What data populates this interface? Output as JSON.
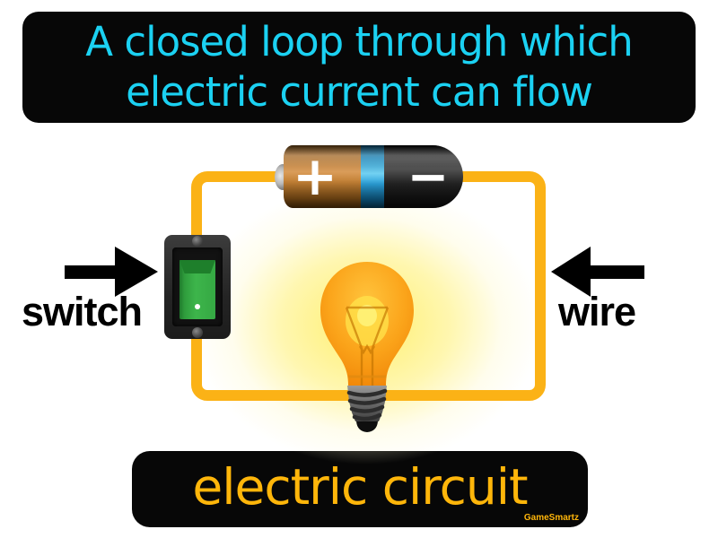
{
  "definition": {
    "line1": "A closed loop through which",
    "line2": "electric current can flow"
  },
  "term": "electric circuit",
  "watermark": "GameSmartz",
  "labels": {
    "switch": "switch",
    "wire": "wire"
  },
  "battery": {
    "plus": "+",
    "minus": "−"
  },
  "colors": {
    "banner_bg": "#070707",
    "definition_text": "#1bd1f2",
    "term_text": "#ffb60a",
    "wire": "#fbb216",
    "label_text": "#000000",
    "switch_green": "#3db54b",
    "battery_copper": "#c07e33",
    "battery_blue": "#2b9fd8",
    "battery_black": "#1c1c1c",
    "bulb_orange": "#fb9e14",
    "glow_yellow": "#ffee64"
  }
}
